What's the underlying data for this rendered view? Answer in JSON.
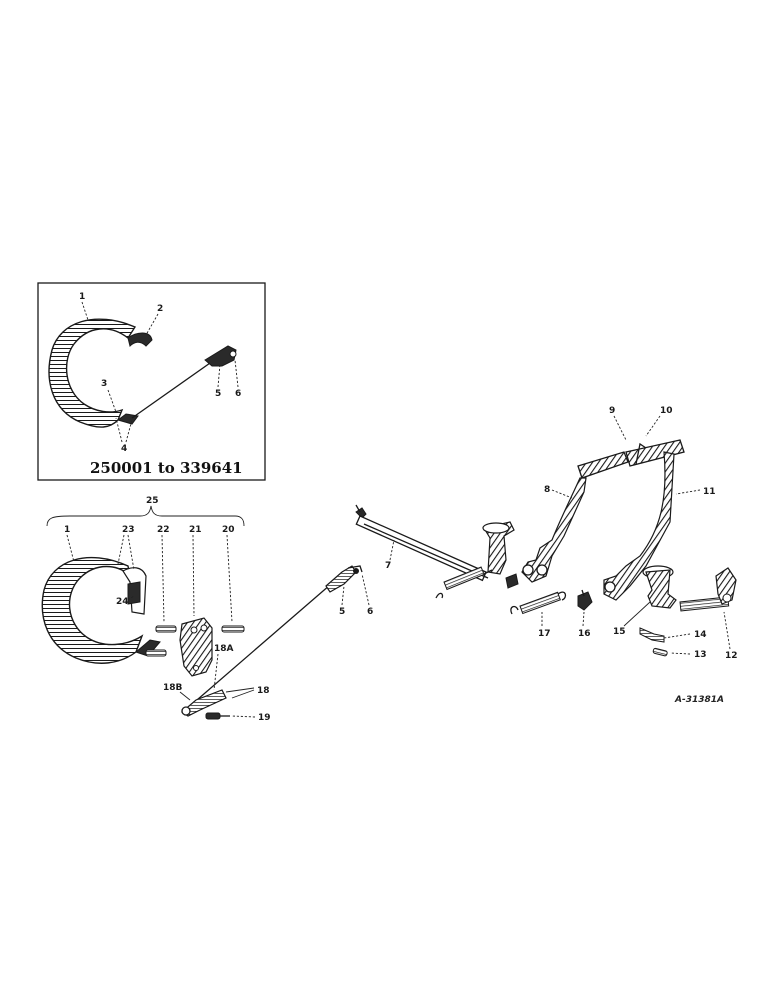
{
  "inset": {
    "serial_range": "250001 to 339641",
    "callouts": [
      "1",
      "2",
      "3",
      "4",
      "5",
      "6"
    ]
  },
  "group_label": "25",
  "callouts": [
    "1",
    "23",
    "22",
    "21",
    "20",
    "24",
    "18A",
    "18",
    "18B",
    "19",
    "5",
    "6",
    "7",
    "8",
    "9",
    "10",
    "11",
    "17",
    "16",
    "15",
    "14",
    "13",
    "12"
  ],
  "drawing_ref": "A-31381A"
}
